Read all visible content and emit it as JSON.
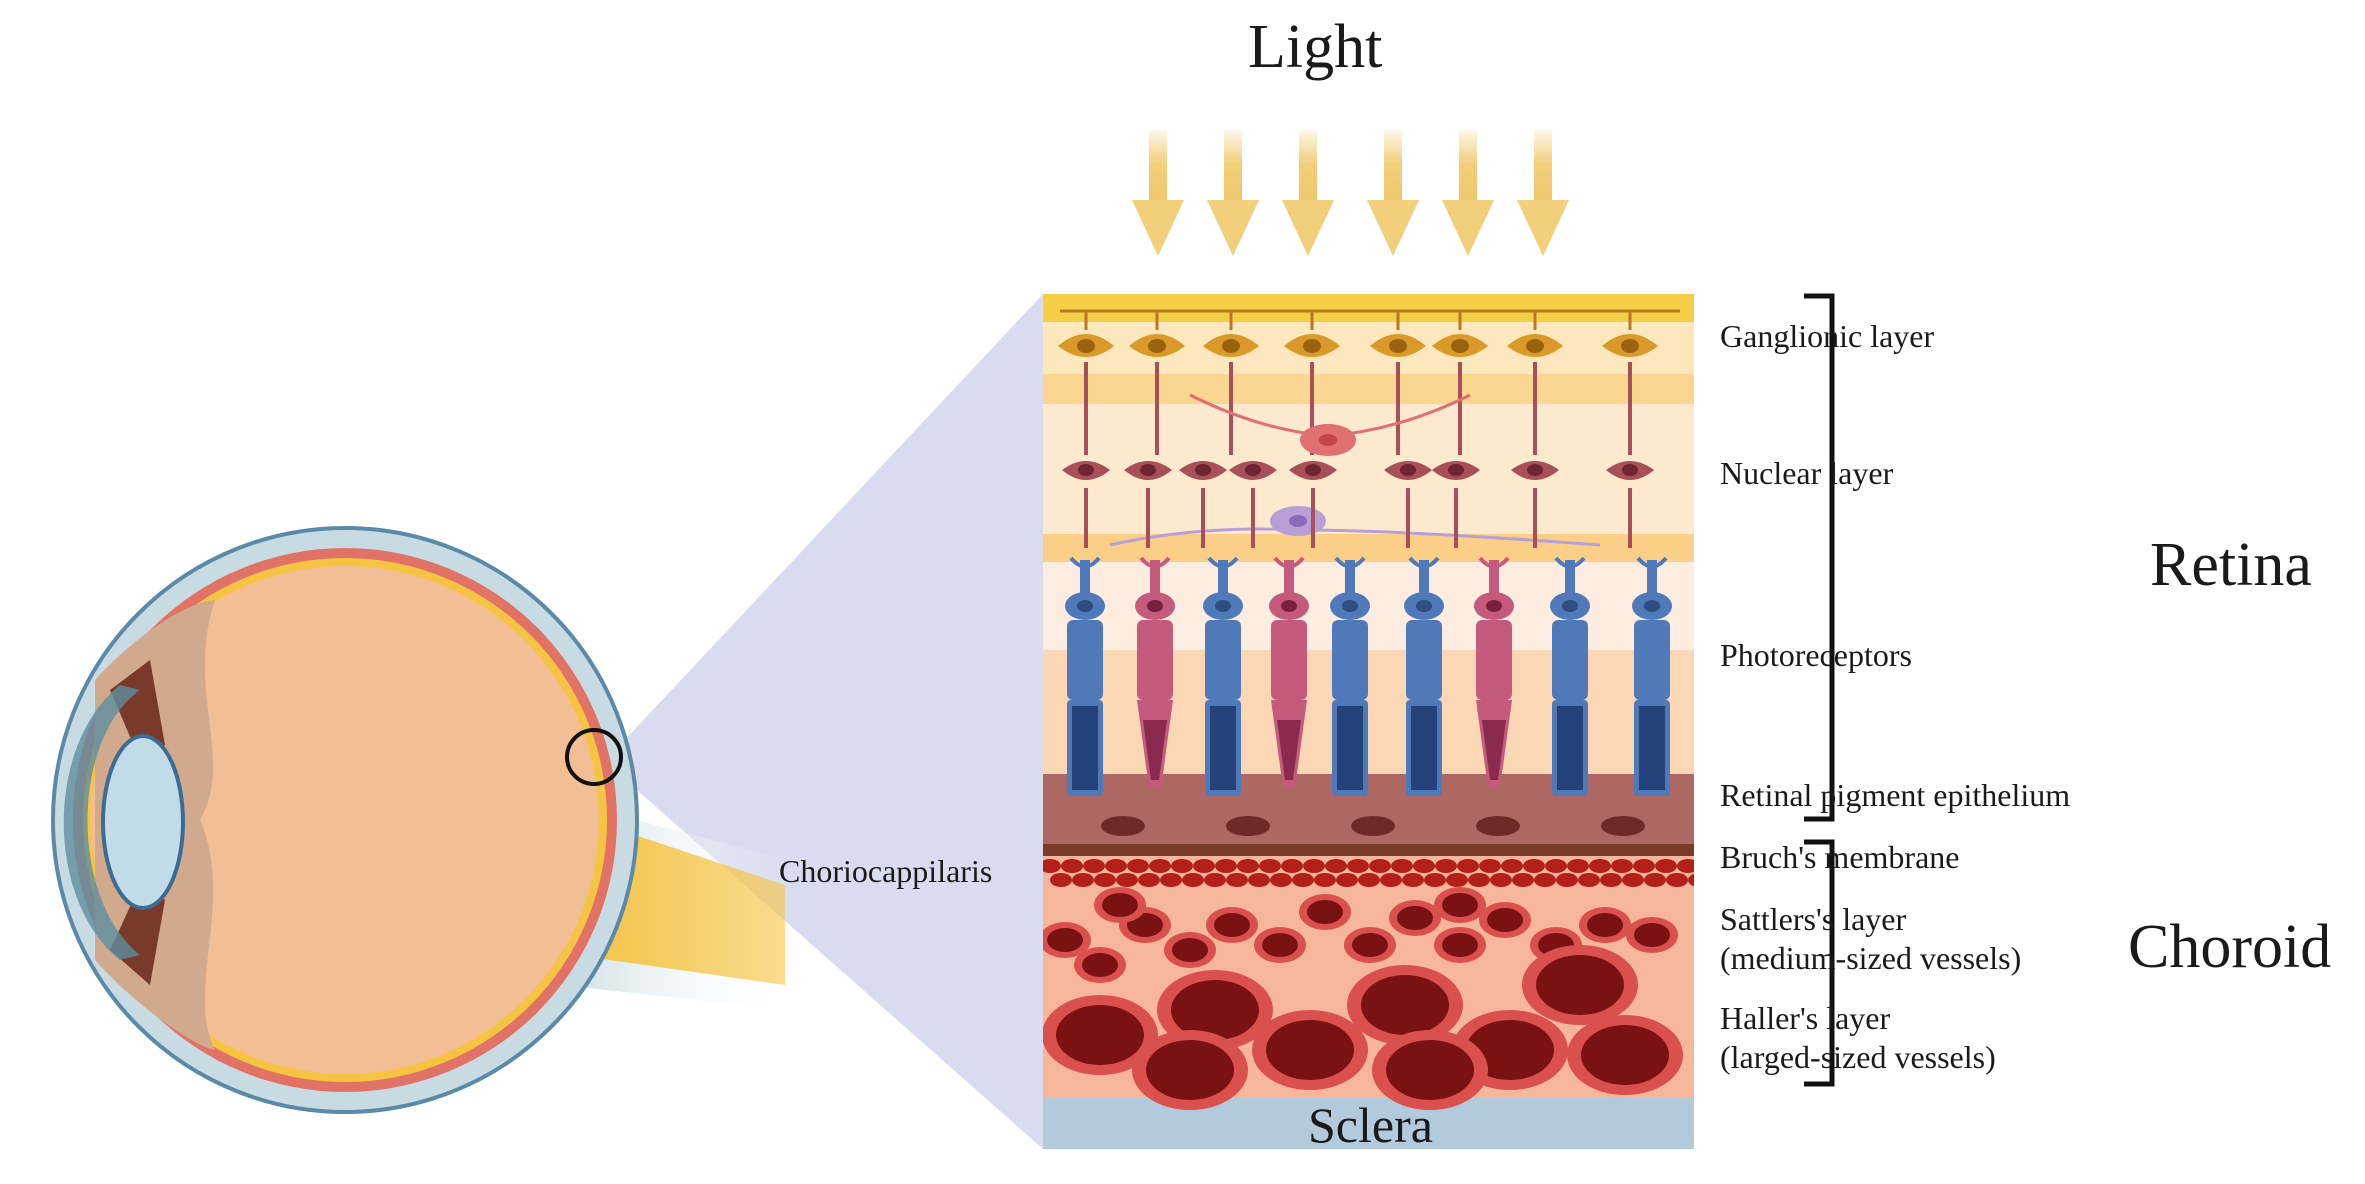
{
  "title": "Light",
  "retina_layers": {
    "ganglionic": "Ganglionic layer",
    "nuclear": "Nuclear layer",
    "photoreceptors": "Photoreceptors",
    "rpe": "Retinal pigment epithelium"
  },
  "choroid_layers": {
    "bruchs": "Bruch's membrane",
    "sattlers_1": "Sattlers's layer",
    "sattlers_2": "(medium-sized vessels)",
    "hallers_1": "Haller's layer",
    "hallers_2": "(larged-sized vessels)"
  },
  "choriocapillaris": "Choriocappilaris",
  "sclera": "Sclera",
  "groups": {
    "retina": "Retina",
    "choroid": "Choroid"
  },
  "colors": {
    "light_arrow": "#f2cf7a",
    "ganglion_cell": "#d99a2a",
    "bipolar_cell": "#a8505a",
    "rod": "#4f79b8",
    "cone": "#c45b7c",
    "rpe": "#b06a66",
    "vessel_dark": "#7a1212",
    "vessel_rim": "#d9504e",
    "sclera": "#b3c9dc",
    "projection": "#d8dcee"
  }
}
